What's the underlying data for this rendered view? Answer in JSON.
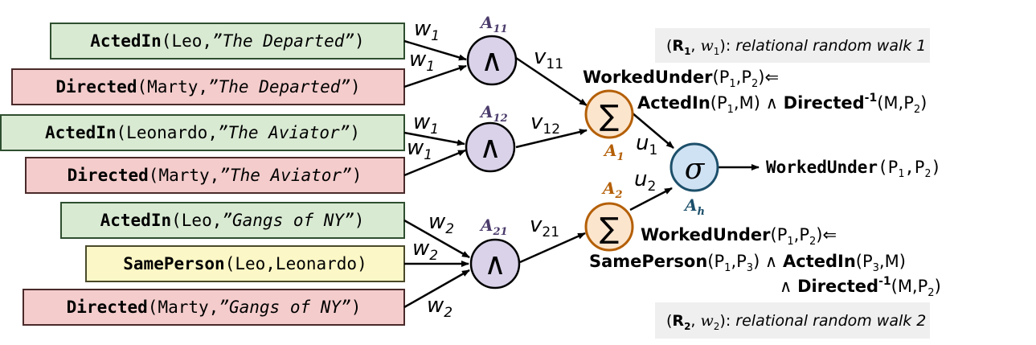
{
  "facts": [
    {
      "id": "f1",
      "pred": "ActedIn",
      "open": "(",
      "arg1": "Leo,",
      "arg2": "”The Departed”",
      "close": ")",
      "fill": "#d9ead3",
      "stroke": "#2f4f2f"
    },
    {
      "id": "f2",
      "pred": "Directed",
      "open": "(",
      "arg1": "Marty,",
      "arg2": "”The Departed”",
      "close": ")",
      "fill": "#f4cccc",
      "stroke": "#4a2a2a"
    },
    {
      "id": "f3",
      "pred": "ActedIn",
      "open": "(",
      "arg1": "Leonardo,",
      "arg2": "”The Aviator”",
      "close": ")",
      "fill": "#d9ead3",
      "stroke": "#2f4f2f"
    },
    {
      "id": "f4",
      "pred": "Directed",
      "open": "(",
      "arg1": "Marty,",
      "arg2": "”The Aviator”",
      "close": ")",
      "fill": "#f4cccc",
      "stroke": "#4a2a2a"
    },
    {
      "id": "f5",
      "pred": "ActedIn",
      "open": "(",
      "arg1": "Leo,",
      "arg2": "”Gangs of NY”",
      "close": ")",
      "fill": "#d9ead3",
      "stroke": "#2f4f2f"
    },
    {
      "id": "f6",
      "pred": "SamePerson",
      "open": "(",
      "arg1": "Leo,Leonardo",
      "arg2": "",
      "close": ")",
      "fill": "#fcf7c6",
      "stroke": "#4a4a2a"
    },
    {
      "id": "f7",
      "pred": "Directed",
      "open": "(",
      "arg1": "Marty,",
      "arg2": "”Gangs of NY”",
      "close": ")",
      "fill": "#f4cccc",
      "stroke": "#4a2a2a"
    }
  ],
  "and_nodes": [
    {
      "sym": "∧",
      "label": "A",
      "sub": "11"
    },
    {
      "sym": "∧",
      "label": "A",
      "sub": "12"
    },
    {
      "sym": "∧",
      "label": "A",
      "sub": "21"
    }
  ],
  "sum_nodes": [
    {
      "sym": "∑",
      "label": "A",
      "sub": "1"
    },
    {
      "sym": "∑",
      "label": "A",
      "sub": "2"
    }
  ],
  "out_node": {
    "sym": "σ",
    "label": "A",
    "sub": "h"
  },
  "weights": {
    "w": "w",
    "one": "1",
    "two": "2",
    "v": "v",
    "v11": "11",
    "v12": "12",
    "v21": "21",
    "u": "u",
    "u1": "1",
    "u2": "2"
  },
  "output_label": {
    "pred": "WorkedUnder",
    "open": "(",
    "a": "P",
    "as": "1",
    "comma": ",",
    "b": "P",
    "bs": "2",
    "close": ")"
  },
  "rule1": {
    "head_pred": "WorkedUnder",
    "head_args": [
      "(P",
      "1",
      ",P",
      "2",
      ")⇐"
    ],
    "body_p1": "ActedIn",
    "body_a1": [
      "(P",
      "1",
      ",M) ∧"
    ],
    "body_p2": "Directed",
    "inv": "-1",
    "body_a2": [
      "(M,P",
      "2",
      ")"
    ]
  },
  "rule2": {
    "head_pred": "WorkedUnder",
    "head_args": [
      "(P",
      "1",
      ",P",
      "2",
      ")⇐"
    ],
    "body_p1": "SamePerson",
    "body_a1": [
      "(P",
      "1",
      ",P",
      "3",
      ") ∧"
    ],
    "body_p2": "ActedIn",
    "body_a2": [
      "(P",
      "3",
      ",M)"
    ],
    "and_sym": "∧",
    "body_p3": "Directed",
    "inv": "-1",
    "body_a3": [
      "(M,P",
      "2",
      ")"
    ]
  },
  "walk1": {
    "open": "(",
    "R": "R",
    "Rs": "1",
    "comma": ", ",
    "w": "w",
    "ws": "1",
    "close": "):",
    "text": " relational random walk 1"
  },
  "walk2": {
    "open": "(",
    "R": "R",
    "Rs": "2",
    "comma": ", ",
    "w": "w",
    "ws": "2",
    "close": "):",
    "text": " relational random walk 2"
  },
  "colors": {
    "and_fill": "#d9d2e9",
    "and_label": "#4b3b6b",
    "sum_fill": "#fce5cd",
    "sum_stroke": "#b45f06",
    "sum_label": "#b45f06",
    "out_fill": "#cfe2f3",
    "out_stroke": "#1c4f6a",
    "out_label": "#1c4f6a",
    "walk_box": "#efefef"
  }
}
